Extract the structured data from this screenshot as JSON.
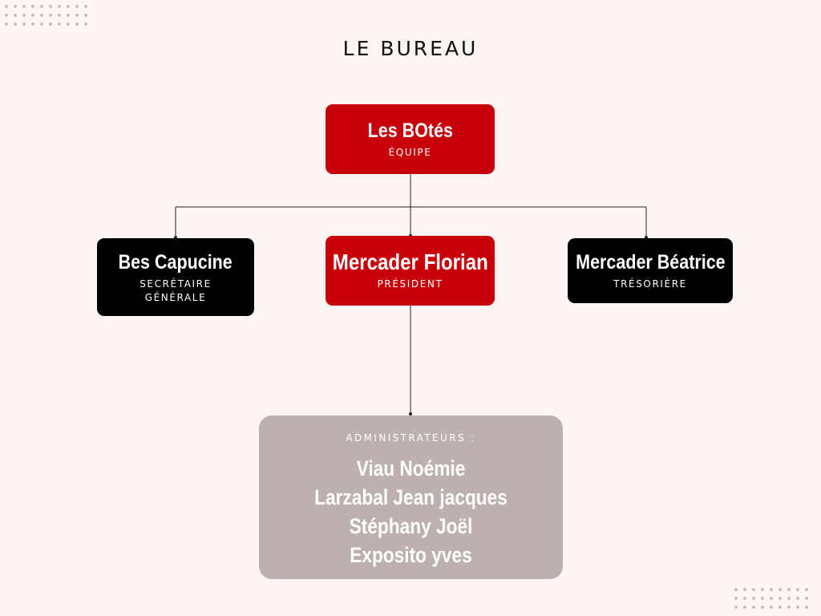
{
  "title": "LE BUREAU",
  "team": {
    "name": "Les BOtés",
    "role": "ÉQUIPE"
  },
  "members": {
    "secretary": {
      "name": "Bes Capucine",
      "role_line1": "SECRÉTAIRE",
      "role_line2": "GÉNÉRALE"
    },
    "president": {
      "name": "Mercader Florian",
      "role": "PRÉSIDENT"
    },
    "treasurer": {
      "name": "Mercader Béatrice",
      "role": "TRÉSORIÈRE"
    }
  },
  "administrators": {
    "label": "ADMINISTRATEURS :",
    "names": [
      "Viau Noémie",
      "Larzabal Jean jacques",
      "Stéphany Joël",
      "Exposito yves"
    ]
  },
  "colors": {
    "red": "#c8000a",
    "black": "#000000",
    "admin_bg": "#bcb1ae",
    "background": "#fdf6f4"
  }
}
